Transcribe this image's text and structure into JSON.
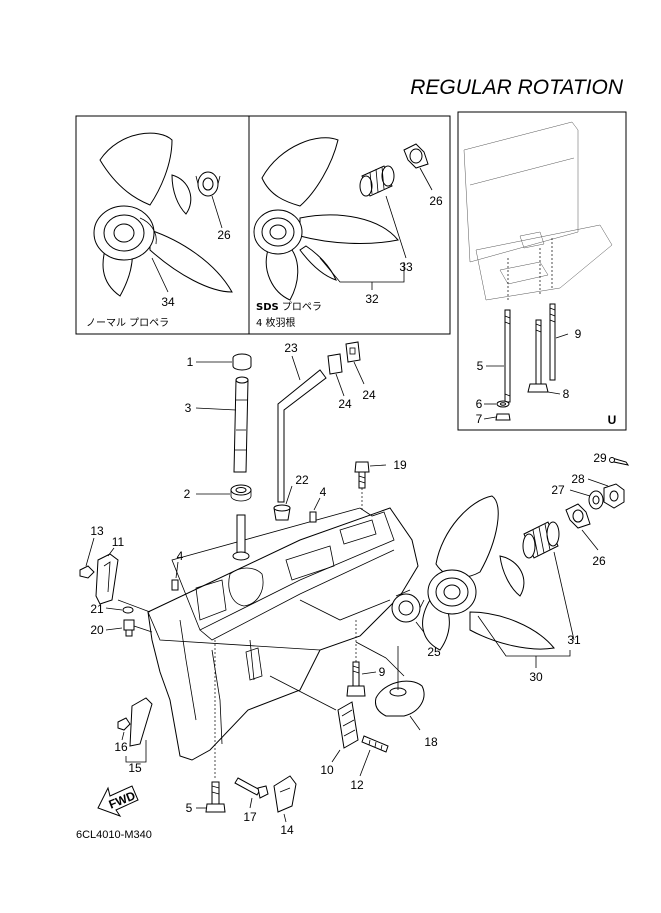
{
  "title": "REGULAR ROTATION",
  "diagram_code": "6CL4010-M340",
  "fwd_label": "FWD",
  "inset_left": {
    "caption": "ノーマル プロペラ"
  },
  "inset_mid": {
    "caption_sds": "SDS",
    "caption_line1_rest": " プロペラ",
    "caption_line2": "4 枚羽根"
  },
  "inset_right": {
    "corner_label": "U"
  },
  "callouts": {
    "c26a": "26",
    "c34": "34",
    "c26b": "26",
    "c33": "33",
    "c32": "32",
    "c9a": "9",
    "c5a": "5",
    "c8": "8",
    "c6": "6",
    "c7": "7",
    "c1": "1",
    "c23": "23",
    "c3": "3",
    "c24a": "24",
    "c24b": "24",
    "c19": "19",
    "c2": "2",
    "c22": "22",
    "c4a": "4",
    "c29": "29",
    "c28": "28",
    "c27": "27",
    "c26c": "26",
    "c13": "13",
    "c11": "11",
    "c4b": "4",
    "c21": "21",
    "c20": "20",
    "c31": "31",
    "c25": "25",
    "c30": "30",
    "c9b": "9",
    "c18": "18",
    "c16": "16",
    "c15": "15",
    "c10": "10",
    "c12": "12",
    "c5b": "5",
    "c17": "17",
    "c14": "14"
  }
}
